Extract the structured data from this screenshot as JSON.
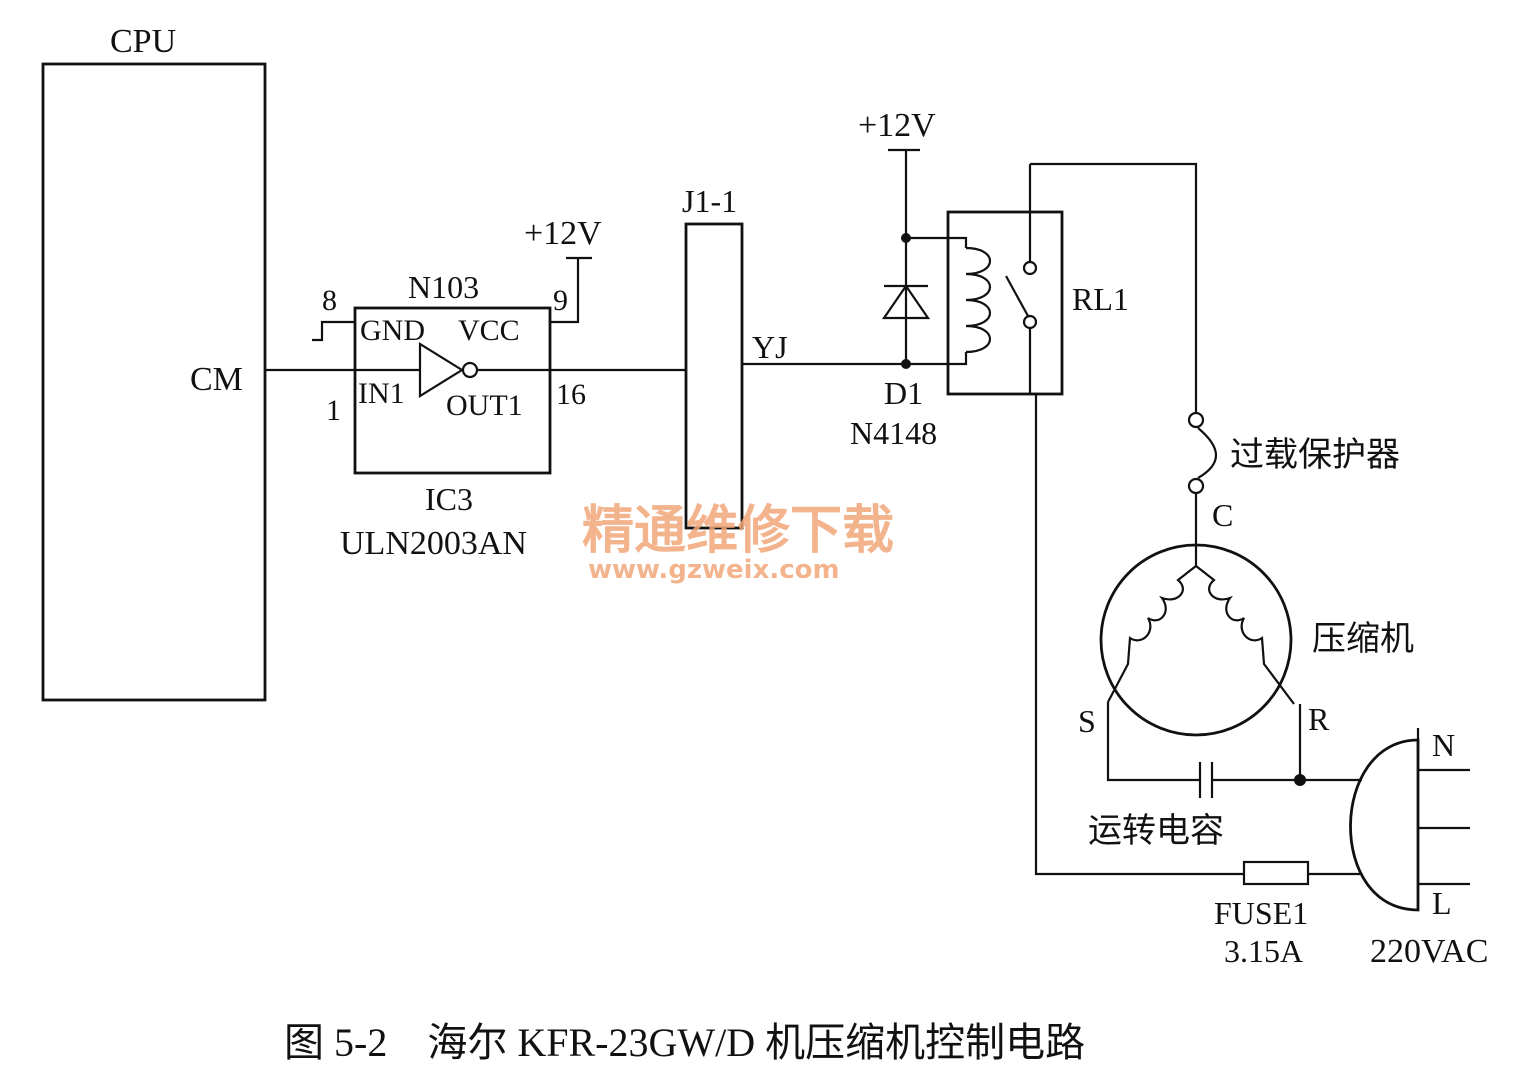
{
  "labels": {
    "cpu": "CPU",
    "cm": "CM",
    "ic_name": "N103",
    "gnd": "GND",
    "vcc": "VCC",
    "in1": "IN1",
    "out1": "OUT1",
    "pin8": "8",
    "pin9": "9",
    "pin1": "1",
    "pin16": "16",
    "ic_ref": "IC3",
    "ic_part": "ULN2003AN",
    "vcc_ic": "+12V",
    "connector": "J1-1",
    "yj": "YJ",
    "vcc_relay": "+12V",
    "diode_ref": "D1",
    "diode_part": "N4148",
    "relay": "RL1",
    "overload": "过载保护器",
    "c": "C",
    "compressor": "压缩机",
    "s": "S",
    "r": "R",
    "run_cap": "运转电容",
    "fuse_ref": "FUSE1",
    "fuse_rating": "3.15A",
    "n": "N",
    "l": "L",
    "mains": "220VAC"
  },
  "watermark": {
    "text": "精通维修下载",
    "url": "www.gzweix.com",
    "color": "#f2a77a"
  },
  "caption": "图 5-2　海尔 KFR-23GW/D 机压缩机控制电路"
}
